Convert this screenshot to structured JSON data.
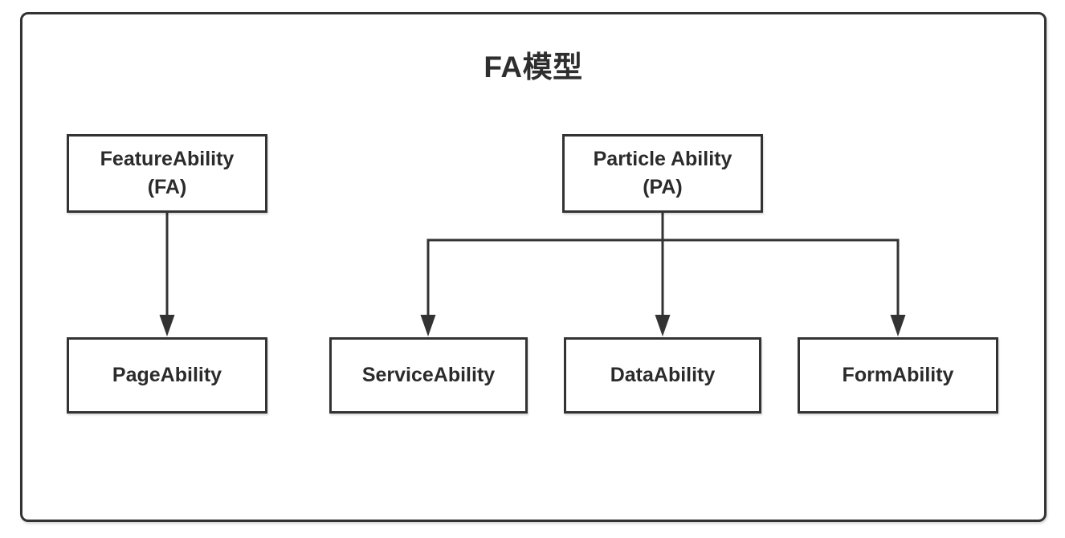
{
  "title": "FA模型",
  "colors": {
    "stroke": "#333333",
    "text": "#2b2b2b",
    "background": "#ffffff"
  },
  "nodes": [
    {
      "id": "feature-ability",
      "label": "FeatureAbility",
      "sublabel": "(FA)"
    },
    {
      "id": "particle-ability",
      "label": "Particle Ability",
      "sublabel": "(PA)"
    },
    {
      "id": "page-ability",
      "label": "PageAbility"
    },
    {
      "id": "service-ability",
      "label": "ServiceAbility"
    },
    {
      "id": "data-ability",
      "label": "DataAbility"
    },
    {
      "id": "form-ability",
      "label": "FormAbility"
    }
  ],
  "edges": [
    {
      "from": "feature-ability",
      "to": "page-ability"
    },
    {
      "from": "particle-ability",
      "to": "service-ability"
    },
    {
      "from": "particle-ability",
      "to": "data-ability"
    },
    {
      "from": "particle-ability",
      "to": "form-ability"
    }
  ]
}
